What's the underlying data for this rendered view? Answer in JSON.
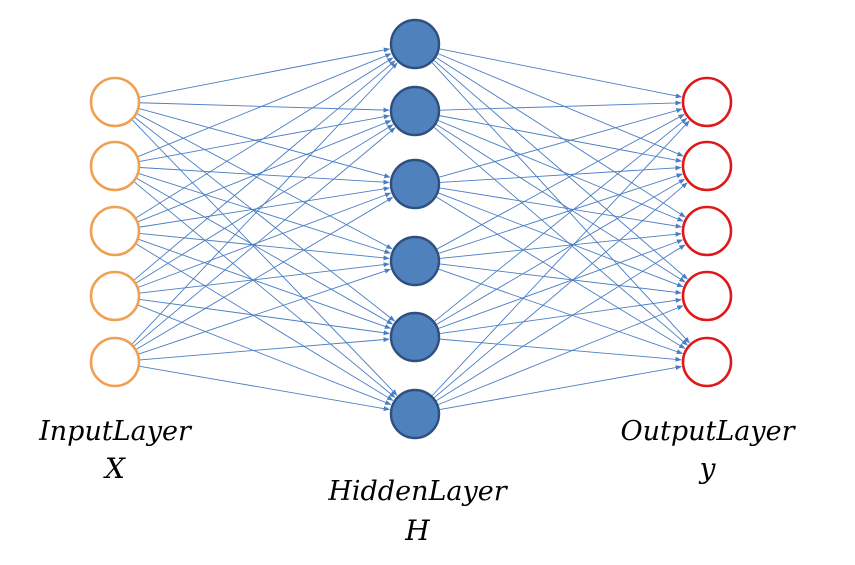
{
  "diagram": {
    "layers": [
      {
        "id": "input",
        "label": "InputLayer",
        "symbol": "X",
        "node_count": 5,
        "node_fill": "#ffffff",
        "node_stroke": "#f0a050"
      },
      {
        "id": "hidden",
        "label": "HiddenLayer",
        "symbol": "H",
        "node_count": 6,
        "node_fill": "#4f81bd",
        "node_stroke": "#2f4f7f"
      },
      {
        "id": "output",
        "label": "OutputLayer",
        "symbol": "y",
        "node_count": 5,
        "node_fill": "#ffffff",
        "node_stroke": "#e01818"
      }
    ],
    "connections": "fully-connected",
    "edge_color": "#4a7ec4",
    "arrowheads": true
  }
}
